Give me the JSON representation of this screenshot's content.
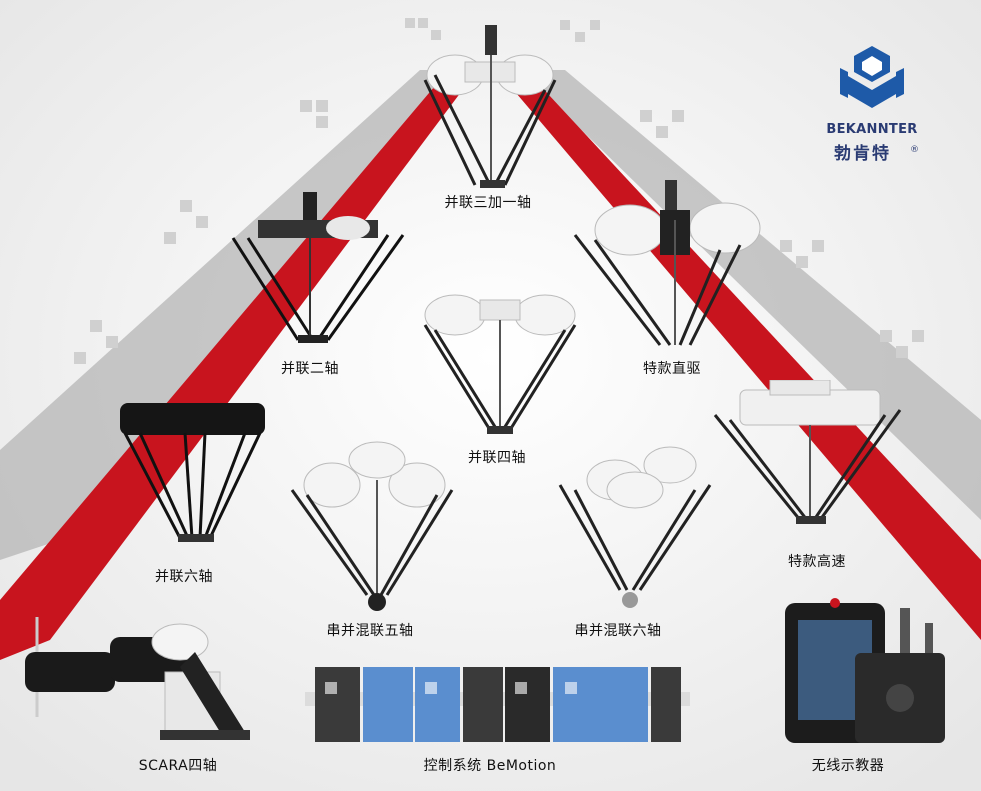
{
  "brand": {
    "name_en": "BEKANNTER",
    "name_zh": "勃肯特",
    "registered_mark": "®",
    "colors": {
      "primary": "#1e5aa8",
      "dark": "#2a3b73"
    }
  },
  "products": [
    {
      "id": "parallel-3plus1",
      "label": "并联三加一轴"
    },
    {
      "id": "parallel-2axis",
      "label": "并联二轴"
    },
    {
      "id": "special-direct-drive",
      "label": "特款直驱"
    },
    {
      "id": "parallel-4axis",
      "label": "并联四轴"
    },
    {
      "id": "parallel-6axis",
      "label": "并联六轴"
    },
    {
      "id": "special-high-speed",
      "label": "特款高速"
    },
    {
      "id": "hybrid-5axis",
      "label": "串并混联五轴"
    },
    {
      "id": "hybrid-6axis",
      "label": "串并混联六轴"
    },
    {
      "id": "scara-4axis",
      "label": "SCARA四轴"
    },
    {
      "id": "control-system",
      "label": "控制系统 BeMotion"
    },
    {
      "id": "wireless-pendant",
      "label": "无线示教器"
    }
  ],
  "colors": {
    "red_road": "#c8141e",
    "gray_road": "#a9a9a9",
    "background": "#f2f2f2"
  }
}
